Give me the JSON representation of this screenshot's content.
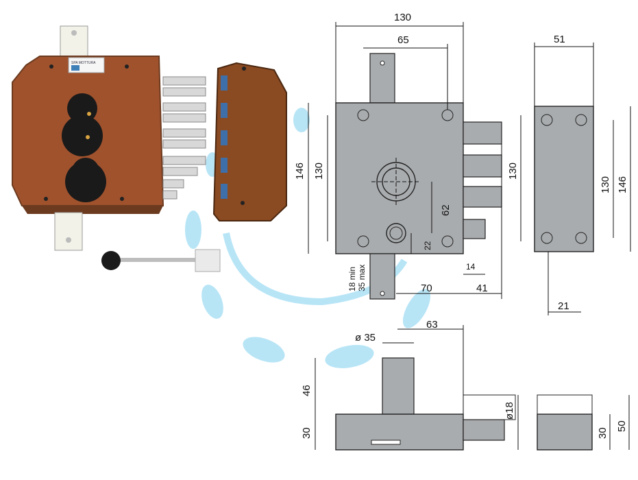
{
  "brand": {
    "logo_text": "SPA MOTTURA"
  },
  "colors": {
    "lock_body": "#a0522d",
    "lock_body_dark": "#6b3a1f",
    "drawing_fill": "#a9acae",
    "watermark": "#7fd0f0",
    "cylinder": "#1a1a1a",
    "bolts": "#d8d8d8"
  },
  "dimensions": {
    "front_width": "130",
    "bolt_spacing": "65",
    "front_height_outer": "146",
    "front_height_inner": "130",
    "right_height": "130",
    "cylinder_offset": "62",
    "lower_offset": "22",
    "bolt_offset": "14",
    "backset": "70",
    "bolt_projection": "41",
    "strap_min": "18 min",
    "strap_max": "35 max",
    "side_width": "51",
    "side_height_inner": "130",
    "side_height_outer": "146",
    "side_bottom": "21",
    "cylinder_dia": "ø 35",
    "cylinder_offset_bottom": "63",
    "cylinder_height": "46",
    "body_depth": "30",
    "bolt_dia": "ø18",
    "keeper_depth": "30",
    "keeper_total": "50"
  }
}
